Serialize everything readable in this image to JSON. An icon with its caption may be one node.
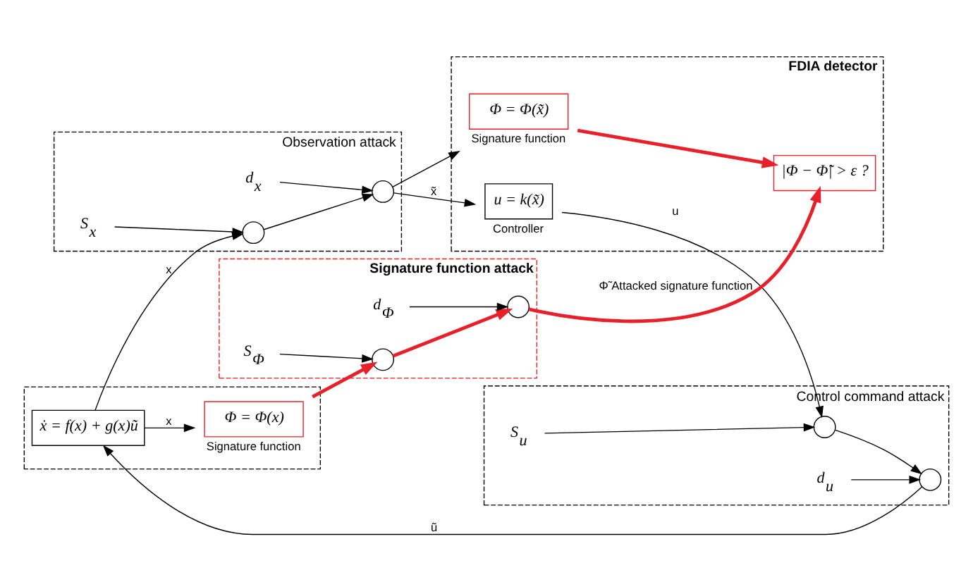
{
  "diagram": {
    "nodes": [
      {
        "text": [
          "FDIA detector"
        ]
      },
      {
        "text": [
          "u = k(x̃)"
        ],
        "beside": [
          "Controller"
        ],
        "in": 0
      },
      {
        "text": [
          "Φ = Φ(x̃)"
        ],
        "beside": [
          "Signature function"
        ],
        "in": 0
      },
      {
        "text": [
          "|Φ − Φ̃| > ε ?"
        ],
        "in": 0
      },
      {
        "text": [
          "Observation attack"
        ]
      },
      {
        "text": [
          "d$_{x}$"
        ],
        "in": 4
      },
      {
        "text": [
          "S$_{x}$"
        ],
        "in": 4
      },
      {
        "text": [],
        "shape": "circle",
        "in": 4
      },
      {
        "text": [],
        "shape": "circle",
        "in": 4
      },
      {
        "text": [
          "Control command attack"
        ]
      },
      {
        "text": [],
        "shape": "circle",
        "in": 9
      },
      {
        "text": [],
        "shape": "circle",
        "in": 9
      },
      {
        "text": [
          "S$_{u}$"
        ],
        "in": 9
      },
      {
        "text": [
          "d$_{u}$"
        ],
        "in": 9
      },
      {
        "text": [],
        "shape": "box"
      },
      {
        "text": [
          "ẋ = f(x) + g(x)ũ"
        ],
        "in": 14
      },
      {
        "text": [
          "Φ = Φ(x)"
        ],
        "beside": [
          "Signature function"
        ],
        "in": 14
      },
      {
        "text": [
          "Signature function attack"
        ]
      },
      {
        "text": [],
        "shape": "circle",
        "in": 17
      },
      {
        "text": [],
        "shape": "circle",
        "in": 17
      },
      {
        "text": [
          "d$_{Φ}$"
        ],
        "in": 17
      },
      {
        "text": [
          "S$_{Φ}$"
        ],
        "in": 17
      }
    ],
    "edges": [
      {
        "from": 7,
        "to": 1,
        "arrow": "to",
        "label": "x̃"
      },
      {
        "from": 7,
        "to": 2,
        "arrow": "to"
      },
      {
        "from": 1,
        "to": 10,
        "arrow": "to",
        "label": "u"
      },
      {
        "from": 2,
        "to": 3,
        "arrow": "to",
        "style": "thick",
        "color": "#e8202a"
      },
      {
        "from": 5,
        "to": 7,
        "arrow": "to"
      },
      {
        "from": 6,
        "to": 8,
        "arrow": "to"
      },
      {
        "from": 8,
        "to": 7,
        "arrow": "to"
      },
      {
        "from": 12,
        "to": 10,
        "arrow": "to"
      },
      {
        "from": 10,
        "to": 11,
        "arrow": "to"
      },
      {
        "from": 13,
        "to": 11,
        "arrow": "to"
      },
      {
        "from": 11,
        "to": 15,
        "arrow": "to",
        "label": "ũ"
      },
      {
        "from": 15,
        "to": 8,
        "arrow": "to",
        "label": "x"
      },
      {
        "from": 15,
        "to": 16,
        "arrow": "to",
        "label": "x"
      },
      {
        "from": 16,
        "to": 19,
        "arrow": "to",
        "style": "thick",
        "color": "#e8202a"
      },
      {
        "from": 19,
        "to": 18,
        "arrow": "to",
        "style": "thick",
        "color": "#e8202a"
      },
      {
        "from": 20,
        "to": 18,
        "arrow": "to"
      },
      {
        "from": 21,
        "to": 19,
        "arrow": "to"
      },
      {
        "from": 18,
        "to": 3,
        "arrow": "to",
        "style": "thick",
        "color": "#e8202a",
        "label": "Φ̃ Attacked signature function"
      }
    ]
  }
}
